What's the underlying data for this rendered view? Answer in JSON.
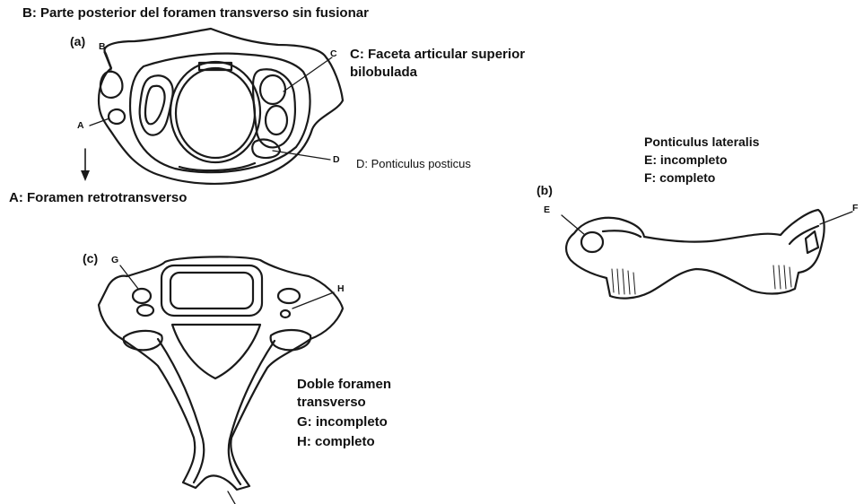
{
  "title": "B: Parte posterior del foramen transverso sin fusionar",
  "panels": {
    "a": {
      "tag": "(a)",
      "marker_a": "A",
      "marker_b": "B",
      "marker_c": "C",
      "marker_d": "D",
      "c_desc_line1": "C: Faceta articular superior",
      "c_desc_line2": "bilobulada",
      "d_desc": "D: Ponticulus posticus",
      "a_desc": "A: Foramen retrotransverso"
    },
    "b": {
      "tag": "(b)",
      "heading": "Ponticulus lateralis",
      "e_desc": "E: incompleto",
      "f_desc": "F: completo",
      "marker_e": "E",
      "marker_f": "F"
    },
    "c": {
      "tag": "(c)",
      "marker_g": "G",
      "marker_h": "H",
      "heading_line1": "Doble foramen",
      "heading_line2": "transverso",
      "g_desc": "G: incompleto",
      "h_desc": "H: completo"
    }
  },
  "colors": {
    "ink": "#1a1a1a",
    "background": "#ffffff"
  }
}
